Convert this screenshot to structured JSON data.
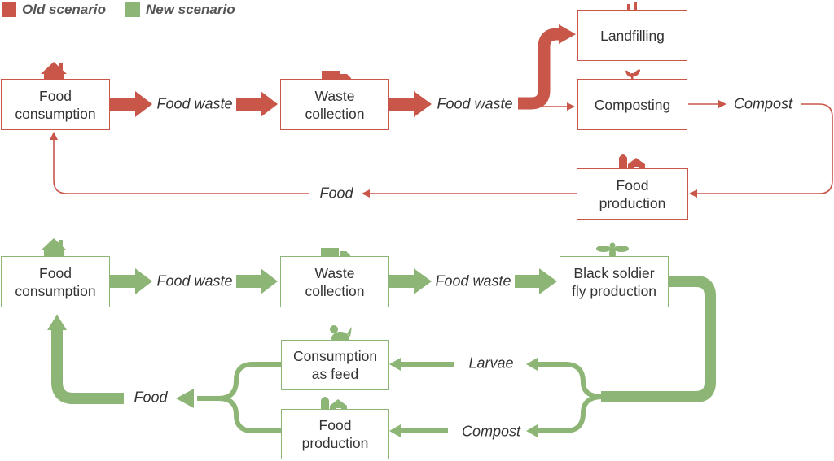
{
  "legend": {
    "old": "Old scenario",
    "new": "New scenario",
    "old_color": "#c8574a",
    "new_color": "#8db576"
  },
  "old": {
    "boxes": {
      "food_consumption": "Food\nconsumption",
      "waste_collection": "Waste\ncollection",
      "landfilling": "Landfilling",
      "composting": "Composting",
      "food_production": "Food\nproduction"
    },
    "labels": {
      "food_waste_1": "Food waste",
      "food_waste_2": "Food waste",
      "compost": "Compost",
      "food": "Food"
    },
    "icons": [
      "house-icon",
      "truck-icon",
      "landfill-icon",
      "sprout-icon",
      "farm-barn-icon"
    ]
  },
  "new": {
    "boxes": {
      "food_consumption": "Food\nconsumption",
      "waste_collection": "Waste\ncollection",
      "bsf_production": "Black soldier\nfly production",
      "consumption_feed": "Consumption\nas feed",
      "food_production": "Food\nproduction"
    },
    "labels": {
      "food_waste_1": "Food waste",
      "food_waste_2": "Food waste",
      "larvae": "Larvae",
      "compost": "Compost",
      "food": "Food"
    },
    "icons": [
      "house-icon",
      "truck-icon",
      "fly-icon",
      "chicken-icon",
      "farm-barn-icon"
    ]
  }
}
